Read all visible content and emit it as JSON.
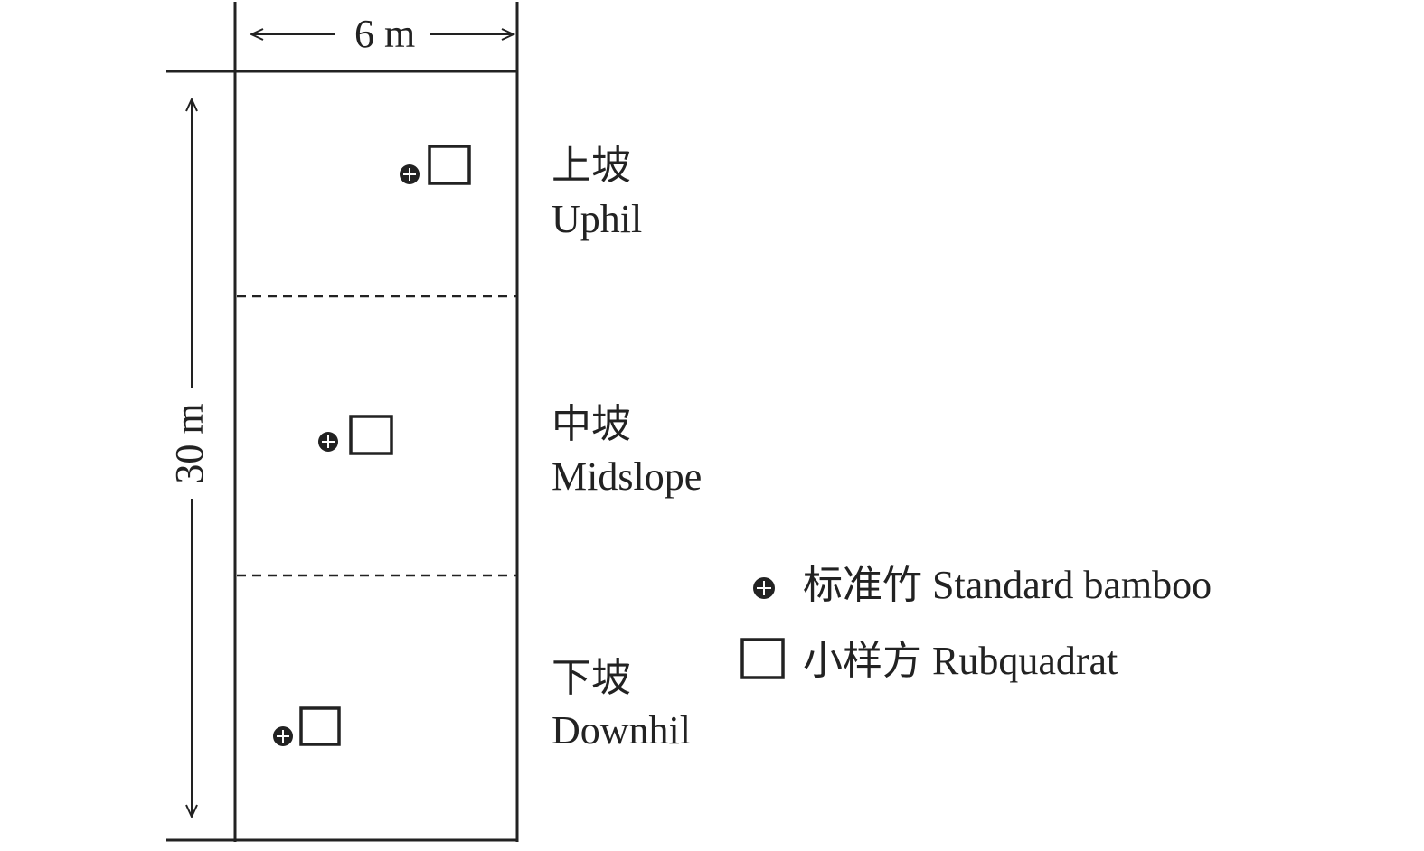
{
  "figure": {
    "width_dimension": "6 m",
    "height_dimension": "30 m"
  },
  "zones": [
    {
      "label_cn": "上坡",
      "label_en": "Uphil"
    },
    {
      "label_cn": "中坡",
      "label_en": "Midslope"
    },
    {
      "label_cn": "下坡",
      "label_en": "Downhil"
    }
  ],
  "legend": {
    "standard_bamboo": {
      "label": "标准竹 Standard bamboo",
      "icon": "circled-plus-icon"
    },
    "subquadrat": {
      "label": "小样方 Rubquadrat",
      "icon": "square-outline-icon"
    }
  },
  "colors": {
    "stroke": "#222222",
    "background": "#ffffff"
  }
}
